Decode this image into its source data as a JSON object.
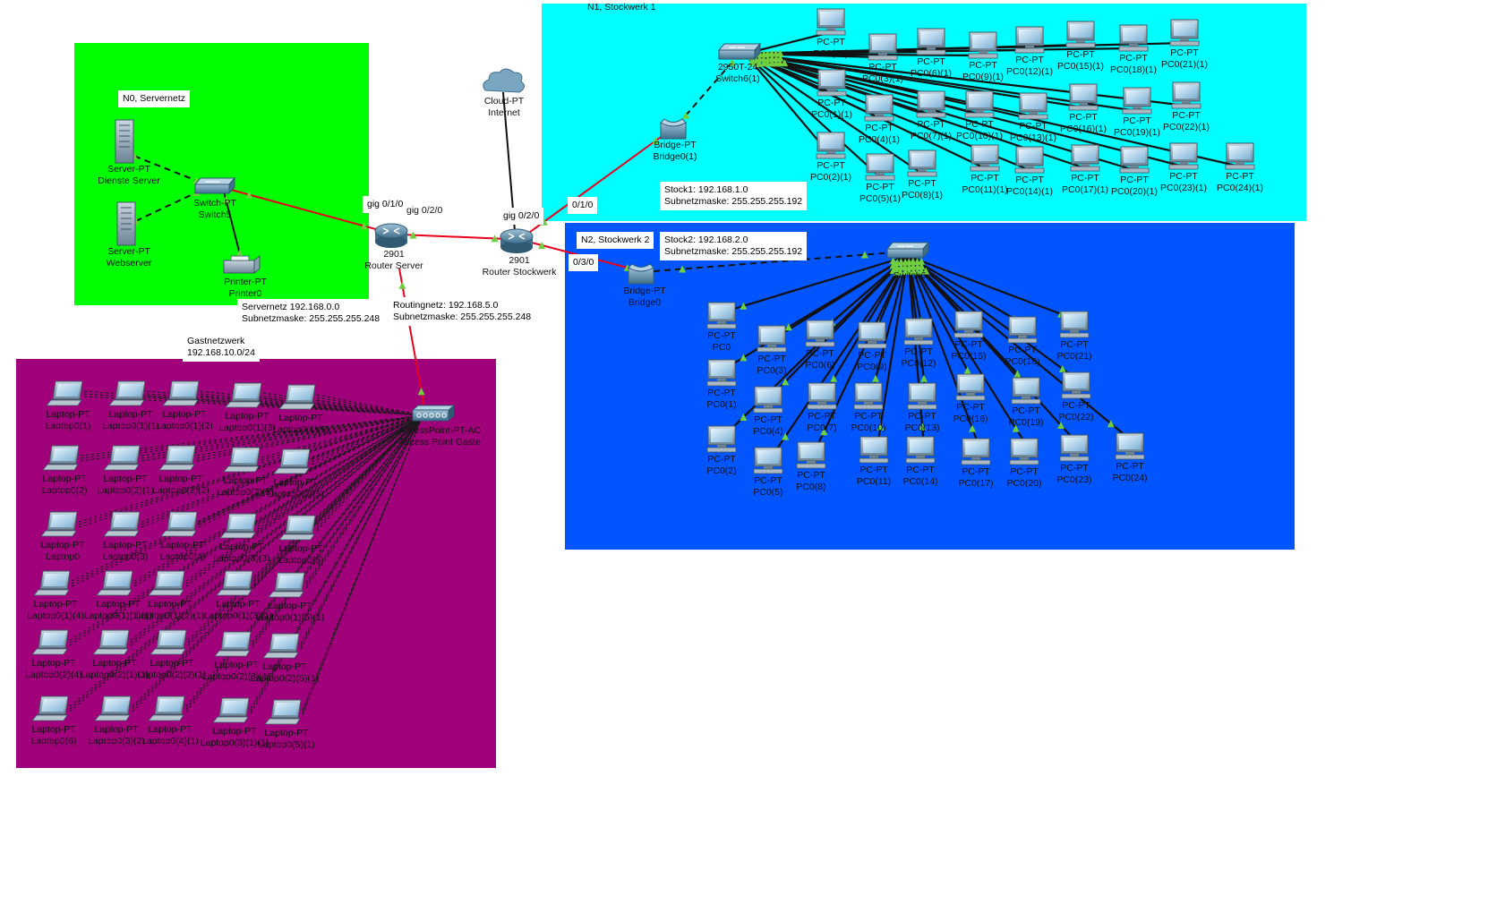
{
  "zones": {
    "servernetz": {
      "color": "#00ff00",
      "title": "N0, Servernetz"
    },
    "stock1": {
      "color": "#00ffff",
      "title": "N1, Stockwerk 1"
    },
    "stock2": {
      "color": "#0055ff",
      "title": "N2, Stockwerk 2"
    },
    "gast": {
      "color": "#a0007a",
      "title_line1": "Gastnetzwerk",
      "title_line2": "192.168.10.0/24"
    }
  },
  "notes": {
    "servernetz": {
      "line1": "Servernetz 192.168.0.0",
      "line2": "Subnetzmaske: 255.255.255.248"
    },
    "routingnetz": {
      "line1": "Routingnetz: 192.168.5.0",
      "line2": "Subnetzmaske: 255.255.255.248"
    },
    "stock1": {
      "line1": "Stock1: 192.168.1.0",
      "line2": "Subnetzmaske: 255.255.255.192"
    },
    "stock2": {
      "line1": "Stock2: 192.168.2.0",
      "line2": "Subnetzmaske: 255.255.255.192"
    }
  },
  "interfaces": {
    "rs_left": "gig 0/1/0",
    "rs_right": "gig 0/2/0",
    "rst_top": "gig 0/2/0",
    "rst_n1": "0/1/0",
    "rst_n2": "0/3/0"
  },
  "devices": {
    "dienste_server": {
      "type": "Server-PT",
      "name": "Dienste Server"
    },
    "webserver": {
      "type": "Server-PT",
      "name": "Webserver"
    },
    "switch5": {
      "type": "Switch-PT",
      "name": "Switch5"
    },
    "printer0": {
      "type": "Printer-PT",
      "name": "Printer0"
    },
    "router_server": {
      "type": "2901",
      "name": "Router Server"
    },
    "router_stockwerk": {
      "type": "2901",
      "name": "Router Stockwerk"
    },
    "internet": {
      "type": "Cloud-PT",
      "name": "Internet"
    },
    "ap_gaeste": {
      "type": "AccessPoint-PT-AC",
      "name": "Access Point Gaste"
    },
    "bridge0_1": {
      "type": "Bridge-PT",
      "name": "Bridge0(1)"
    },
    "bridge0": {
      "type": "Bridge-PT",
      "name": "Bridge0"
    },
    "switch6_1": {
      "type": "2950T-24",
      "name": "Switch6(1)"
    },
    "switch6": {
      "type": "",
      "name": "Switch6"
    }
  },
  "pc_type": "PC-PT",
  "laptop_type": "Laptop-PT",
  "stock1_pcs": [
    "PC0(25)",
    "PC0(3)(1)",
    "PC0(6)(1)",
    "PC0(9)(1)",
    "PC0(12)(1)",
    "PC0(15)(1)",
    "PC0(18)(1)",
    "PC0(21)(1)",
    "PC0(1)(1)",
    "PC0(4)(1)",
    "PC0(7)(1)",
    "PC0(10)(1)",
    "PC0(13)(1)",
    "PC0(16)(1)",
    "PC0(19)(1)",
    "PC0(22)(1)",
    "PC0(2)(1)",
    "PC0(5)(1)",
    "PC0(8)(1)",
    "PC0(11)(1)",
    "PC0(14)(1)",
    "PC0(17)(1)",
    "PC0(20)(1)",
    "PC0(23)(1)",
    "PC0(24)(1)"
  ],
  "stock2_pcs": [
    "PC0",
    "PC0(3)",
    "PC0(6)",
    "PC0(9)",
    "PC0(12)",
    "PC0(15)",
    "PC0(18)",
    "PC0(21)",
    "PC0(1)",
    "PC0(4)",
    "PC0(7)",
    "PC0(10)",
    "PC0(13)",
    "PC0(16)",
    "PC0(19)",
    "PC0(22)",
    "PC0(2)",
    "PC0(5)",
    "PC0(8)",
    "PC0(11)",
    "PC0(14)",
    "PC0(17)",
    "PC0(20)",
    "PC0(23)",
    "PC0(24)"
  ],
  "guest_laptops": [
    "Laptop0(1)",
    "Laptop0(1)(1)",
    "Laptop0(1)(2)",
    "Laptop0(1)(3)",
    "Laptop0(1)(5)",
    "Laptop0(2)",
    "Laptop0(2)(1)",
    "Laptop0(2)(2)",
    "Laptop0(2)(3)",
    "Laptop0(2)(5)",
    "Laptop0",
    "Laptop0(3)",
    "Laptop0(4)",
    "Laptop0(3)(3)",
    "Laptop0(5)",
    "Laptop0(1)(4)",
    "Laptop0(1)(1)(1)",
    "Laptop0(1)(2)(1)",
    "Laptop0(1)(3)(1)",
    "Laptop0(1)(5)(1)",
    "Laptop0(2)(4)",
    "Laptop0(2)(1)(1)",
    "Laptop0(2)(2)(1)",
    "Laptop0(2)(3)(1)",
    "Laptop0(2)(5)(1)",
    "Laptop0(6)",
    "Laptop0(3)(2)",
    "Laptop0(4)(1)",
    "Laptop0(3)(1)(1)",
    "Laptop0(5)(1)"
  ],
  "colors": {
    "serial_link": "#e8001c",
    "ethernet_link": "#111111",
    "port_up": "#6fcf3f"
  }
}
